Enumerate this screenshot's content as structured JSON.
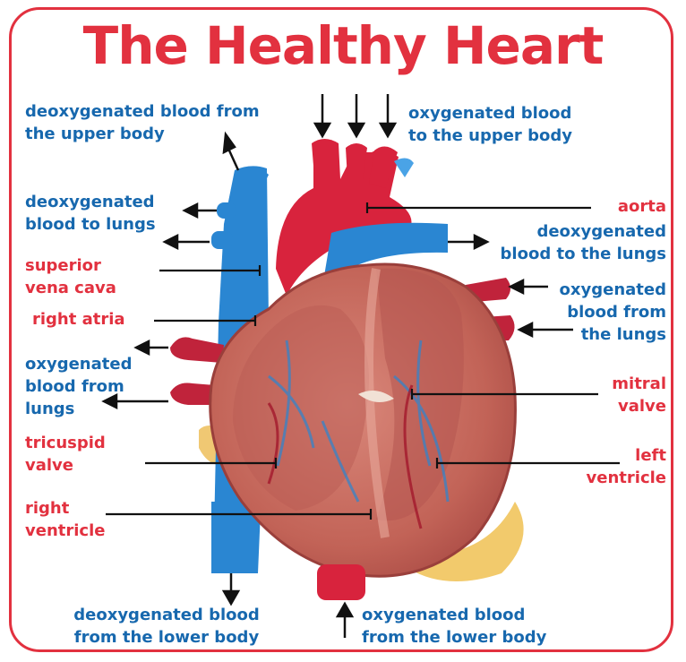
{
  "title": "The Healthy Heart",
  "colors": {
    "blue_label": "#1768ae",
    "red_label": "#e2313f",
    "frame": "#e2313f"
  },
  "labels": {
    "deoxy_upper": {
      "line1": "deoxygenated blood from",
      "line2": "the upper body"
    },
    "oxy_upper": {
      "line1": "oxygenated blood",
      "line2": "to the upper body"
    },
    "deoxy_to_lungs_left": {
      "line1": "deoxygenated",
      "line2": "blood to lungs"
    },
    "aorta": {
      "line1": "aorta"
    },
    "deoxy_to_lungs_right": {
      "line1": "deoxygenated",
      "line2": "blood to the lungs"
    },
    "superior_vena_cava": {
      "line1": "superior",
      "line2": "vena cava"
    },
    "oxy_from_lungs_right": {
      "line1": "oxygenated",
      "line2": "blood from",
      "line3": "the lungs"
    },
    "right_atria": {
      "line1": "right atria"
    },
    "oxy_from_lungs_left": {
      "line1": "oxygenated",
      "line2": "blood from",
      "line3": "lungs"
    },
    "mitral_valve": {
      "line1": "mitral",
      "line2": "valve"
    },
    "tricuspid_valve": {
      "line1": "tricuspid",
      "line2": "valve"
    },
    "left_ventricle": {
      "line1": "left",
      "line2": "ventricle"
    },
    "right_ventricle": {
      "line1": "right",
      "line2": "ventricle"
    },
    "deoxy_lower": {
      "line1": "deoxygenated blood",
      "line2": "from the lower body"
    },
    "oxy_lower": {
      "line1": "oxygenated blood",
      "line2": "from the lower body"
    }
  }
}
